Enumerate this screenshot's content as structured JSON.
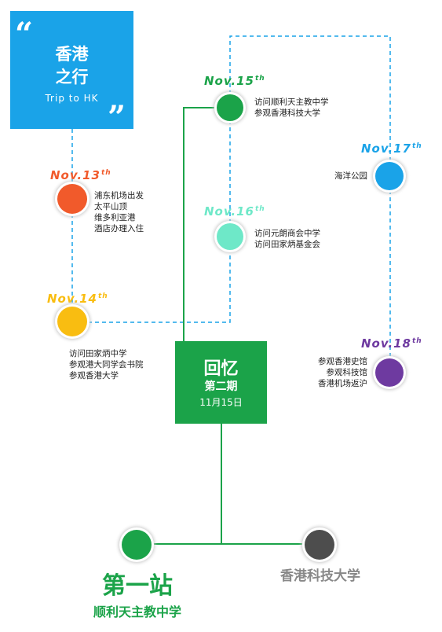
{
  "header": {
    "open_quote": "“",
    "close_quote": "”",
    "title": "香港\n之行",
    "subtitle": "Trip to HK",
    "bg_color": "#1aa3e8"
  },
  "stops": [
    {
      "date_main": "Nov.13",
      "date_sup": "th",
      "color": "#f15a2b",
      "activities": [
        "浦东机场出发",
        "太平山顶",
        "维多利亚港",
        "酒店办理入住"
      ]
    },
    {
      "date_main": "Nov.14",
      "date_sup": "th",
      "color": "#f9bd11",
      "activities": [
        "访问田家炳中学",
        "参观港大同学会书院",
        "参观香港大学"
      ]
    },
    {
      "date_main": "Nov.15",
      "date_sup": "th",
      "color": "#1ba349",
      "activities": [
        "访问顺利天主教中学",
        "参观香港科技大学"
      ]
    },
    {
      "date_main": "Nov.16",
      "date_sup": "th",
      "color": "#6ee8c8",
      "activities": [
        "访问元朗商会中学",
        "访问田家炳基金会"
      ]
    },
    {
      "date_main": "Nov.17",
      "date_sup": "th",
      "color": "#1aa3e8",
      "activities": [
        "海洋公园"
      ]
    },
    {
      "date_main": "Nov.18",
      "date_sup": "th",
      "color": "#6e3aa0",
      "activities": [
        "参观香港史馆",
        "参观科技馆",
        "香港机场返沪"
      ]
    }
  ],
  "recap": {
    "title": "回忆",
    "issue": "第二期",
    "date": "11月15日",
    "color": "#1ba349"
  },
  "branches": [
    {
      "title": "第一站",
      "subtitle": "顺利天主教中学",
      "color": "#1ba349",
      "active": true
    },
    {
      "title": "香港科技大学",
      "color": "#4d4d4d",
      "active": false
    }
  ],
  "colors": {
    "dashed_line": "#1aa3e8",
    "solid_line": "#1ba349",
    "inactive_text": "#888888"
  }
}
